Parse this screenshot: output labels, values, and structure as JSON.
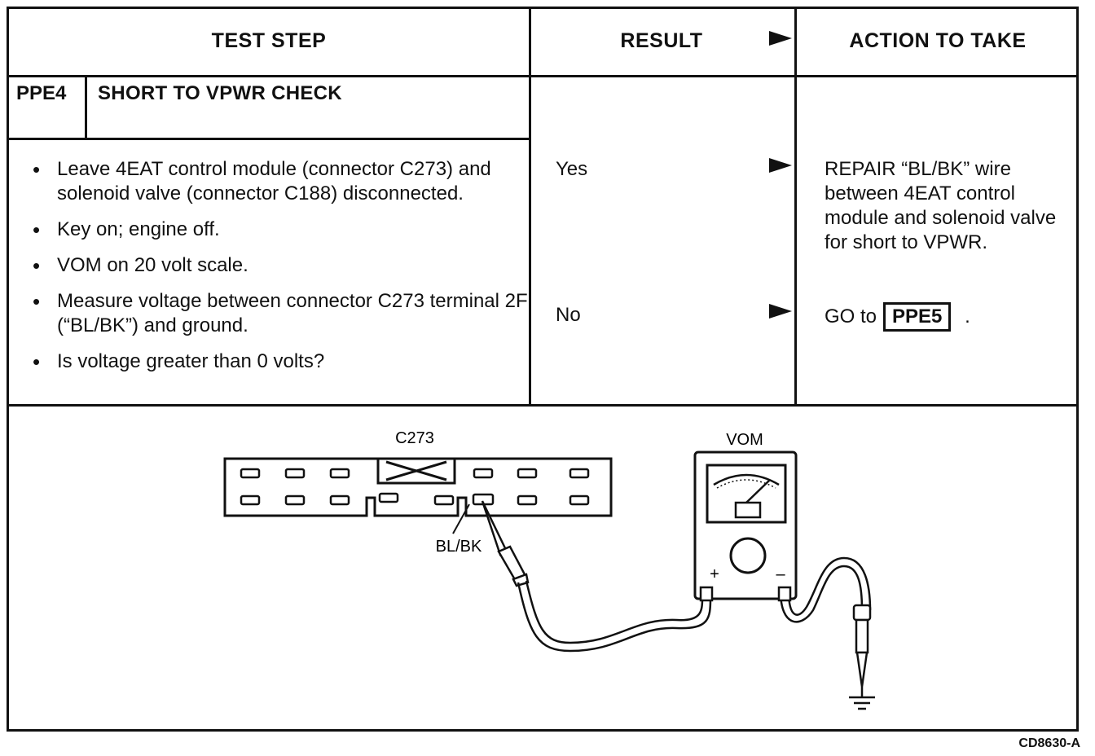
{
  "header": {
    "test_step": "TEST STEP",
    "result": "RESULT",
    "action": "ACTION TO TAKE"
  },
  "step": {
    "id": "PPE4",
    "title": "SHORT TO VPWR CHECK",
    "bullets": [
      "Leave 4EAT control module (connector C273) and solenoid valve (connector C188) disconnected.",
      "Key on; engine off.",
      "VOM on 20 volt scale.",
      "Measure voltage between connector C273 terminal 2F (“BL/BK”) and ground.",
      "Is voltage greater than 0 volts?"
    ]
  },
  "results": {
    "yes": "Yes",
    "no": "No"
  },
  "actions": {
    "yes_action": "REPAIR “BL/BK” wire between 4EAT control module and solenoid valve for short to VPWR.",
    "no_prefix": "GO to",
    "no_target": "PPE5",
    "no_suffix": "."
  },
  "diagram": {
    "connector_label": "C273",
    "meter_label": "VOM",
    "wire_label": "BL/BK",
    "plus": "+",
    "minus": "–"
  },
  "figure_code": "CD8630-A"
}
